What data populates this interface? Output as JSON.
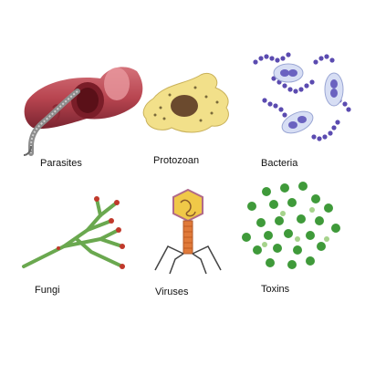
{
  "labels": {
    "parasites": "Parasites",
    "protozoan": "Protozoan",
    "bacteria": "Bacteria",
    "fungi": "Fungi",
    "viruses": "Viruses",
    "toxins": "Toxins"
  }
}
